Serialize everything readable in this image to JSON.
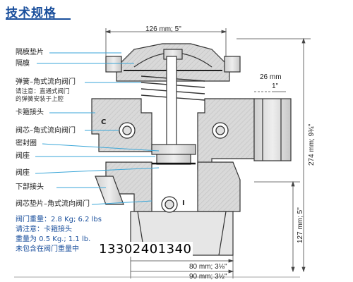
{
  "title": "技术规格",
  "labels": {
    "diaphragm_pad": "隔膜垫片",
    "diaphragm": "隔膜",
    "spring": "弹簧–角式流向阀门",
    "spring_note_1": "请注意：直通式阀门",
    "spring_note_2": "的弹簧安装于上腔",
    "clamp_joint": "卡箍接头",
    "plug": "阀芯–角式流向阀门",
    "seal_ring": "密封圈",
    "seat_upper": "阀座",
    "seat_lower": "阀座",
    "lower_joint": "下部接头",
    "plug_pad": "阀芯垫片–角式流向阀门",
    "weight": "阀门重量：2.8 Kg; 6.2 lbs",
    "weight_note_1": "请注意：卡箍接头",
    "weight_note_2": "重量为 0.5 Kg.; 1.1 lb.",
    "weight_note_3": "未包含在阀门重量中"
  },
  "dimensions": {
    "top_width": "126 mm; 5\"",
    "side_26": "26 mm",
    "side_1in": "1\"",
    "height_total": "274 mm; 9¾\"",
    "height_lower": "127 mm; 5\"",
    "bottom_80": "80 mm; 3⅛\"",
    "bottom_90": "90 mm; 3½\""
  },
  "markers": {
    "c": "C",
    "i": "I"
  },
  "phone": "13302401340",
  "colors": {
    "title": "#1a4f9c",
    "leader": "#3aa6d8",
    "body_fill": "#d8d8d8",
    "outline": "#333333"
  }
}
